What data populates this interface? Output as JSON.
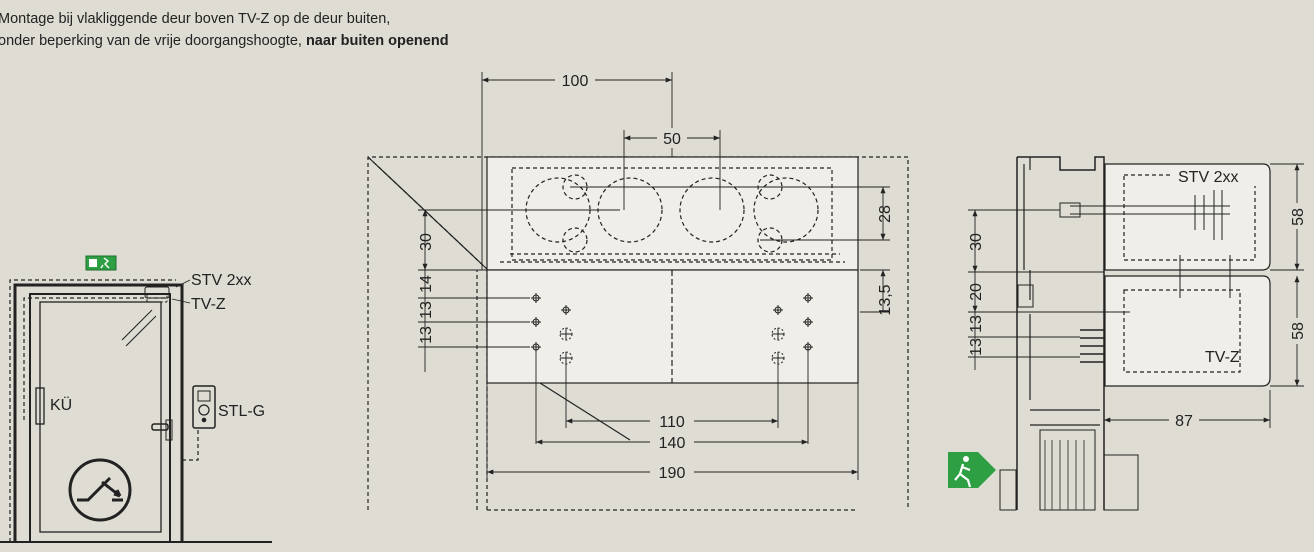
{
  "caption": {
    "line1": "Montage bij vlakliggende deur boven TV-Z op de deur buiten,",
    "line2_normal": "onder beperking van de vrije doorgangshoogte, ",
    "line2_bold": "naar buiten openend"
  },
  "door_view": {
    "labels": {
      "stv": "STV 2xx",
      "tvz": "TV-Z",
      "ku": "KÜ",
      "stlg": "STL-G"
    }
  },
  "front_view": {
    "dims": {
      "d100": "100",
      "d50": "50",
      "d28": "28",
      "d30": "30",
      "d14": "14",
      "d13a": "13",
      "d13b": "13",
      "d135": "13,5",
      "d110": "110",
      "d140": "140",
      "d190": "190"
    }
  },
  "side_view": {
    "labels": {
      "stv": "STV 2xx",
      "tvz": "TV-Z"
    },
    "dims": {
      "d30": "30",
      "d20": "20",
      "d13a": "13",
      "d13b": "13",
      "d58a": "58",
      "d58b": "58",
      "d87": "87"
    }
  },
  "colors": {
    "background": "#dedcd3",
    "line": "#222222",
    "exit_green": "#2ea043",
    "panel": "#efeee9"
  }
}
